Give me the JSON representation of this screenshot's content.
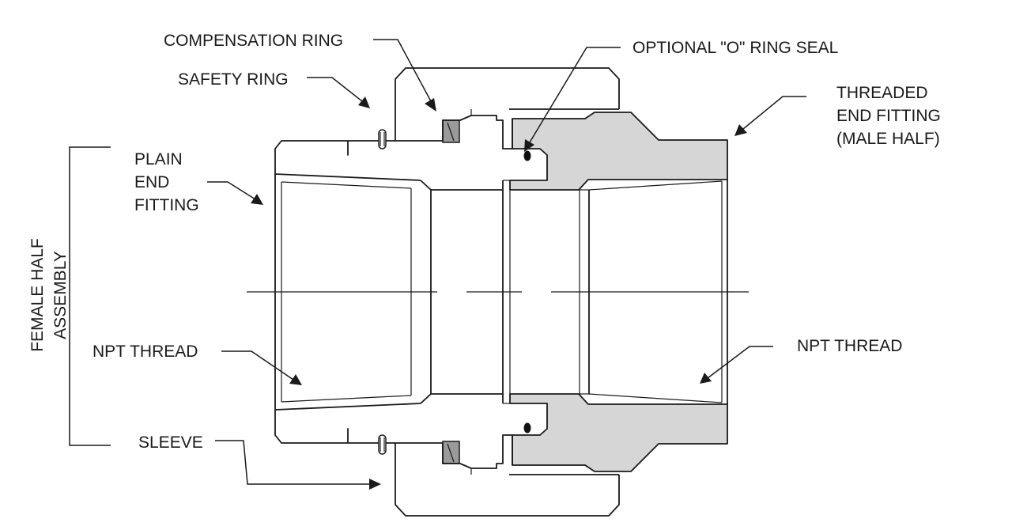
{
  "labels": {
    "compensation_ring": "COMPENSATION RING",
    "safety_ring": "SAFETY RING",
    "optional_o_ring_seal": "OPTIONAL \"O\" RING SEAL",
    "threaded_end_fitting": "THREADED\nEND FITTING\n(MALE HALF)",
    "plain_end_fitting": "PLAIN\nEND\nFITTING",
    "female_half_assembly": "FEMALE HALF\nASSEMBLY",
    "npt_thread_left": "NPT THREAD",
    "npt_thread_right": "NPT THREAD",
    "sleeve": "SLEEVE"
  },
  "colors": {
    "line": "#1a1a1a",
    "male_half_fill": "#d6d6d6",
    "o_ring_fill": "#111111",
    "background": "#ffffff"
  }
}
